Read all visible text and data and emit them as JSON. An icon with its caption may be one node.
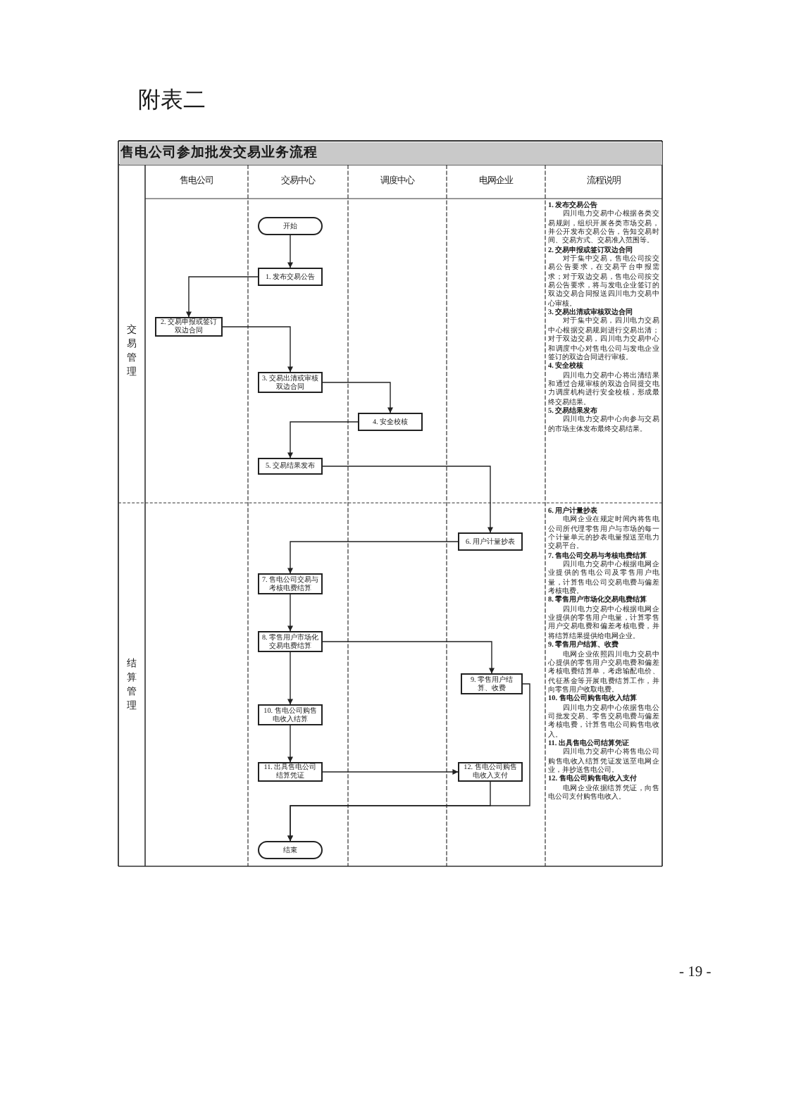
{
  "diagram": {
    "title": "售电公司参加批发交易业务流程",
    "nodes": [
      {
        "text": [
          "开始"
        ]
      },
      {
        "text": [
          "1. 发布交易公告"
        ]
      },
      {
        "text": [
          "2. 交易申报或签订双边合同"
        ]
      },
      {
        "text": [
          "3. 交易出清或审核双边合同"
        ]
      },
      {
        "text": [
          "4. 安全校核"
        ]
      },
      {
        "text": [
          "5. 交易结果发布"
        ]
      },
      {
        "text": [
          "6. 用户计量抄表"
        ]
      },
      {
        "text": [
          "7. 售电公司交易与考核电费结算"
        ]
      },
      {
        "text": [
          "8. 零售用户市场化交易电费结算"
        ]
      },
      {
        "text": [
          "9. 零售用户结算、收费"
        ]
      },
      {
        "text": [
          "10. 售电公司购售电收入结算"
        ]
      },
      {
        "text": [
          "11. 出具售电公司结算凭证"
        ]
      },
      {
        "text": [
          "12. 售电公司购售电收入支付"
        ]
      },
      {
        "text": [
          "结束"
        ]
      }
    ],
    "edges": [
      {
        "from": 0,
        "to": 1,
        "arrow": "to"
      },
      {
        "from": 1,
        "to": 2,
        "arrow": "to"
      },
      {
        "from": 2,
        "to": 3,
        "arrow": "to"
      },
      {
        "from": 3,
        "to": 4,
        "arrow": "to"
      },
      {
        "from": 4,
        "to": 5,
        "arrow": "to"
      },
      {
        "from": 5,
        "to": 6,
        "arrow": "to"
      },
      {
        "from": 6,
        "to": 7,
        "arrow": "to"
      },
      {
        "from": 7,
        "to": 8,
        "arrow": "to"
      },
      {
        "from": 8,
        "to": 9,
        "arrow": "to"
      },
      {
        "from": 8,
        "to": 10,
        "arrow": "to"
      },
      {
        "from": 10,
        "to": 11,
        "arrow": "to"
      },
      {
        "from": 11,
        "to": 12,
        "arrow": "to"
      },
      {
        "from": 12,
        "to": 13,
        "arrow": "to"
      },
      {
        "from": 9,
        "to": 13,
        "arrow": "to"
      }
    ],
    "labels": [
      "附表二",
      "售电公司",
      "交易中心",
      "调度中心",
      "电网企业",
      "流程说明",
      "交易管理",
      "结算管理",
      "1. 发布交易公告",
      "四川电力交易中心根据各类交易规则，组织开展各类市场交易，并公开发布交易公告，告知交易时间、交易方式、交易准入范围等。",
      "2. 交易申报或签订双边合同",
      "对于集中交易，售电公司按交易公告要求，在交易平台申报需求；对于双边交易，售电公司按交易公告要求，将与发电企业签订的双边交易合同报送四川电力交易中心审核。",
      "3. 交易出清或审核双边合同",
      "对于集中交易，四川电力交易中心根据交易规则进行交易出清；对于双边交易，四川电力交易中心和调度中心对售电公司与发电企业签订的双边合同进行审核。",
      "4. 安全校核",
      "四川电力交易中心将出清结果和通过合规审核的双边合同提交电力调度机构进行安全校核，形成最终交易结果。",
      "5. 交易结果发布",
      "四川电力交易中心向参与交易的市场主体发布最终交易结果。",
      "6. 用户计量抄表",
      "电网企业在规定时间内将售电公司所代理零售用户与市场的每一个计量单元的抄表电量报送至电力交易平台。",
      "7. 售电公司交易与考核电费结算",
      "四川电力交易中心根据电网企业提供的售电公司及零售用户电量，计算售电公司交易电费与偏差考核电费。",
      "8. 零售用户市场化交易电费结算",
      "四川电力交易中心根据电网企业提供的零售用户电量，计算零售用户交易电费和偏差考核电费，并将结算结果提供给电网企业。",
      "9. 零售用户结算、收费",
      "电网企业依照四川电力交易中心提供的零售用户交易电费和偏差考核电费结算单，考虑输配电价、代征基金等开展电费结算工作，并向零售用户收取电费。",
      "10. 售电公司购售电收入结算",
      "四川电力交易中心依据售电公司批发交易、零售交易电费与偏差考核电费，计算售电公司购售电收入。",
      "11. 出具售电公司结算凭证",
      "四川电力交易中心将售电公司购售电收入结算凭证发送至电网企业，并抄送售电公司。",
      "12. 售电公司购售电收入支付",
      "电网企业依据结算凭证，向售电公司支付购售电收入。",
      "- 19 -"
    ]
  }
}
